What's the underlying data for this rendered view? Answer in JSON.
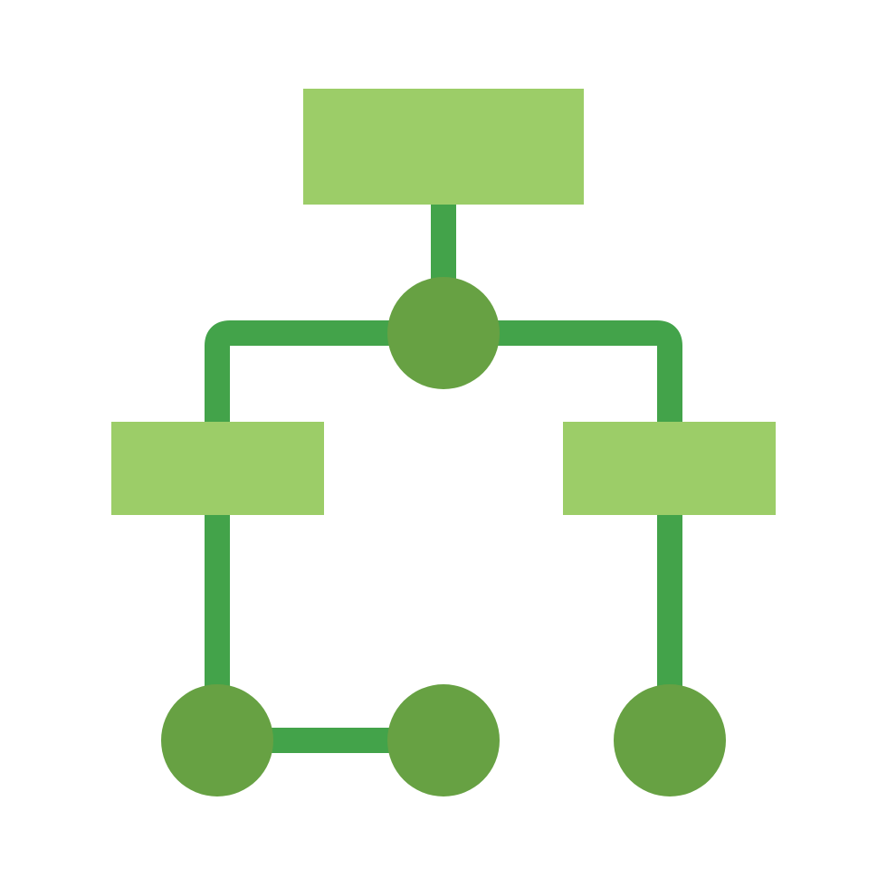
{
  "colors": {
    "background": "#ffffff",
    "box_fill": "#9ccd68",
    "node_fill": "#67a143",
    "connector": "#43a34a"
  },
  "icon": {
    "name": "hierarchy-flowchart-icon",
    "boxes": [
      "root-box",
      "left-box",
      "right-box"
    ],
    "nodes": [
      "top-junction-node",
      "bottom-left-node",
      "bottom-middle-node",
      "bottom-right-node"
    ]
  }
}
